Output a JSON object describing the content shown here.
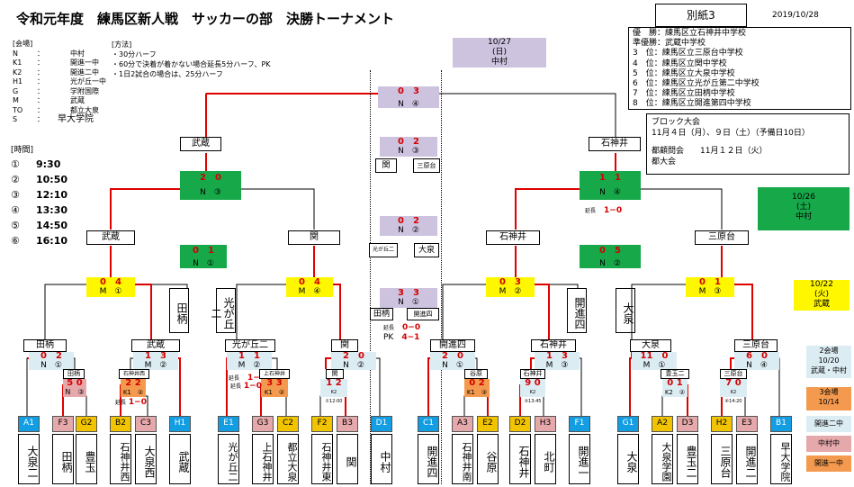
{
  "header": {
    "title": "令和元年度　練馬区新人戦　サッカーの部　決勝トーナメント",
    "sheet": "別紙3",
    "date": "2019/10/28"
  },
  "results": [
    "優　勝：練馬区立石神井中学校",
    "準優勝：武蔵中学校",
    "3　位：練馬区立三原台中学校",
    "4　位：練馬区立関中学校",
    "5　位：練馬区立大泉中学校",
    "6　位：練馬区立光が丘第二中学校",
    "7　位：練馬区立田柄中学校",
    "8　位：練馬区立開進第四中学校"
  ],
  "block": {
    "line1": "ブロック大会",
    "line2": "11月４日（月）、９日（土）（予備日10日）",
    "line3": "都顧問会　　11月１２日（火）",
    "line4": "都大会"
  },
  "venues": {
    "heading": "[会場]",
    "rows": [
      {
        "k": "N",
        "c": "：",
        "v": "中村"
      },
      {
        "k": "K1",
        "c": "：",
        "v": "開進一中"
      },
      {
        "k": "K2",
        "c": "：",
        "v": "開進二中"
      },
      {
        "k": "H1",
        "c": "：",
        "v": "光が丘一中"
      },
      {
        "k": "G",
        "c": "：",
        "v": "学附国際"
      },
      {
        "k": "M",
        "c": "：",
        "v": "武蔵"
      },
      {
        "k": "TO",
        "c": "：",
        "v": "都立大泉"
      },
      {
        "k": "S",
        "c": "：",
        "v": "早大学院"
      }
    ]
  },
  "method": {
    "heading": "[方法]",
    "lines": [
      "・30分ハーフ",
      "・60分で決着が着かない場合延長5分ハーフ、PK",
      "・1日2試合の場合は、25分ハーフ"
    ]
  },
  "times": {
    "heading": "[時間]",
    "rows": [
      {
        "n": "①",
        "t": "9:30"
      },
      {
        "n": "②",
        "t": "10:50"
      },
      {
        "n": "③",
        "t": "12:10"
      },
      {
        "n": "④",
        "t": "13:30"
      },
      {
        "n": "⑤",
        "t": "14:50"
      },
      {
        "n": "⑥",
        "t": "16:10"
      }
    ]
  },
  "day_boxes": {
    "final": {
      "l1": "10/27",
      "l2": "(日)",
      "l3": "中村"
    },
    "d1026": {
      "l1": "10/26",
      "l2": "(土)",
      "l3": "中村"
    },
    "d1022": {
      "l1": "10/22",
      "l2": "(火)",
      "l3": "武蔵"
    },
    "two_venue": {
      "l1": "2会場",
      "l2": "10/20",
      "l3": "武蔵・中村"
    },
    "three_venue": {
      "l1": "3会場",
      "l2": "10/14"
    },
    "v_k2": "開進二中",
    "v_n": "中村中",
    "v_k4": "開進一中"
  },
  "final": {
    "score_l": "0",
    "score_r": "3",
    "court": "N　④"
  },
  "third": {
    "score_l": "0",
    "score_r": "2",
    "court": "N　③",
    "left": "関",
    "right": "三原台"
  },
  "fifth": {
    "score_l": "0",
    "score_r": "2",
    "court": "N　②",
    "left": "光が丘二",
    "right": "大泉"
  },
  "seventh": {
    "score_l": "3",
    "score_r": "3",
    "court": "N　①",
    "left": "田柄",
    "right": "開進四",
    "ot_label": "延長",
    "ot": "0−0",
    "pk_label": "PK",
    "pk": "4−1"
  },
  "semis": {
    "left": {
      "winner": "武蔵",
      "score_l": "2",
      "score_r": "0",
      "court": "N　③"
    },
    "right": {
      "winner": "石神井",
      "score_l": "1",
      "score_r": "1",
      "court": "N　④",
      "ot_label": "延長",
      "ot": "1−0"
    }
  },
  "qf": [
    {
      "winner": "武蔵",
      "score_l": "0",
      "score_r": "1",
      "court": "N　①"
    },
    {
      "winner": "関",
      "score_l": "0",
      "score_r": "4",
      "court": "M　④"
    },
    {
      "winner": "石神井",
      "score_l": "0",
      "score_r": "3",
      "court": "M　②"
    },
    {
      "winner": "三原台",
      "score_l": "0",
      "score_r": "5",
      "court": "N　②"
    }
  ],
  "qf_scores2": [
    {
      "score_l": "0",
      "score_r": "4",
      "court": "M　①"
    },
    {
      "score_l": "0",
      "score_r": "1",
      "court": "M　③"
    }
  ],
  "qf_vnames": [
    "田柄",
    "光が丘二",
    "開進四",
    "大泉"
  ],
  "r16": [
    {
      "winner": "田柄",
      "score_l": "0",
      "score_r": "2",
      "court": "N　①"
    },
    {
      "winner": "武蔵",
      "score_l": "1",
      "score_r": "3",
      "court": "M　②"
    },
    {
      "winner": "光が丘二",
      "score_l": "1",
      "score_r": "1",
      "court": "M　②",
      "ot_label": "延長",
      "ot": "1−0"
    },
    {
      "winner": "関",
      "score_l": "2",
      "score_r": "0",
      "court": "N　②"
    },
    {
      "winner": "開進四",
      "score_l": "2",
      "score_r": "0",
      "court": "N　①"
    },
    {
      "winner": "石神井",
      "score_l": "1",
      "score_r": "3",
      "court": "M　③"
    },
    {
      "winner": "大泉",
      "score_l": "11",
      "score_r": "0",
      "court": "M　①"
    },
    {
      "winner": "三原台",
      "score_l": "6",
      "score_r": "0",
      "court": "N　④"
    }
  ],
  "r32": [
    {
      "winner": "田柄",
      "score_l": "5",
      "score_r": "0",
      "court": "N　③"
    },
    {
      "winner": "石神井西",
      "score_l": "2",
      "score_r": "2",
      "court": "K1　②",
      "ot_label": "延長",
      "ot": "1−0"
    },
    {
      "winner": "上石神井",
      "score_l": "3",
      "score_r": "3",
      "court": "K1　②",
      "ot_label": "延長",
      "ot": "1−0"
    },
    {
      "winner": "関",
      "score_l": "1",
      "score_r": "2",
      "court": "K2　①12:00"
    },
    {
      "winner": "谷原",
      "score_l": "0",
      "score_r": "2",
      "court": "K1　③"
    },
    {
      "winner": "石神井",
      "score_l": "9",
      "score_r": "0",
      "court": "K2　③13:45"
    },
    {
      "winner": "豊玉二",
      "score_l": "0",
      "score_r": "1",
      "court": "K2　②"
    },
    {
      "winner": "三原台",
      "score_l": "7",
      "score_r": "0",
      "court": "K2　④14:20"
    }
  ],
  "seeds": [
    {
      "code": "A1",
      "name": "大泉二",
      "color": "blue"
    },
    {
      "code": "F3",
      "name": "田柄",
      "color": "pink"
    },
    {
      "code": "G2",
      "name": "豊玉",
      "color": "yellow"
    },
    {
      "code": "B2",
      "name": "石神井西",
      "color": "yellow"
    },
    {
      "code": "C3",
      "name": "大泉西",
      "color": "pink"
    },
    {
      "code": "H1",
      "name": "武蔵",
      "color": "blue"
    },
    {
      "code": "E1",
      "name": "光が丘二",
      "color": "blue"
    },
    {
      "code": "G3",
      "name": "上石神井",
      "color": "pink"
    },
    {
      "code": "C2",
      "name": "都立大泉",
      "color": "yellow"
    },
    {
      "code": "F2",
      "name": "石神井東",
      "color": "yellow"
    },
    {
      "code": "B3",
      "name": "関",
      "color": "pink"
    },
    {
      "code": "D1",
      "name": "中村",
      "color": "blue"
    },
    {
      "code": "C1",
      "name": "開進四",
      "color": "blue"
    },
    {
      "code": "A3",
      "name": "石神井南",
      "color": "pink"
    },
    {
      "code": "E2",
      "name": "谷原",
      "color": "yellow"
    },
    {
      "code": "D2",
      "name": "石神井",
      "color": "yellow"
    },
    {
      "code": "H3",
      "name": "北町",
      "color": "pink"
    },
    {
      "code": "F1",
      "name": "開進一",
      "color": "blue"
    },
    {
      "code": "G1",
      "name": "大泉",
      "color": "blue"
    },
    {
      "code": "A2",
      "name": "大泉学園",
      "color": "yellow"
    },
    {
      "code": "D3",
      "name": "豊玉二",
      "color": "pink"
    },
    {
      "code": "H2",
      "name": "三原台",
      "color": "yellow"
    },
    {
      "code": "E3",
      "name": "開進二",
      "color": "pink"
    },
    {
      "code": "B1",
      "name": "早大学院",
      "color": "blue"
    }
  ]
}
